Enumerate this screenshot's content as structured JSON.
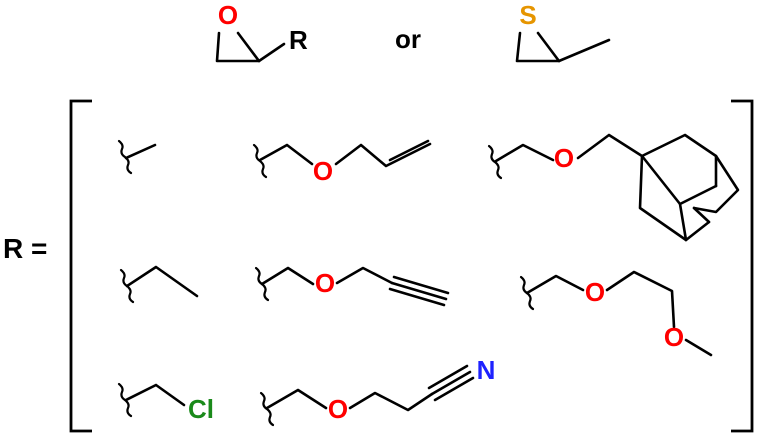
{
  "header": {
    "epoxide_r": "R",
    "or_text": "or",
    "oxygen": "O",
    "sulfur": "S"
  },
  "r_equals": "R =",
  "atoms": {
    "o": "O",
    "n": "N",
    "cl": "Cl"
  },
  "colors": {
    "oxygen": "#ff0000",
    "sulfur": "#e69500",
    "nitrogen": "#1e22ff",
    "chlorine": "#1a8a1a",
    "bond": "#000000"
  }
}
